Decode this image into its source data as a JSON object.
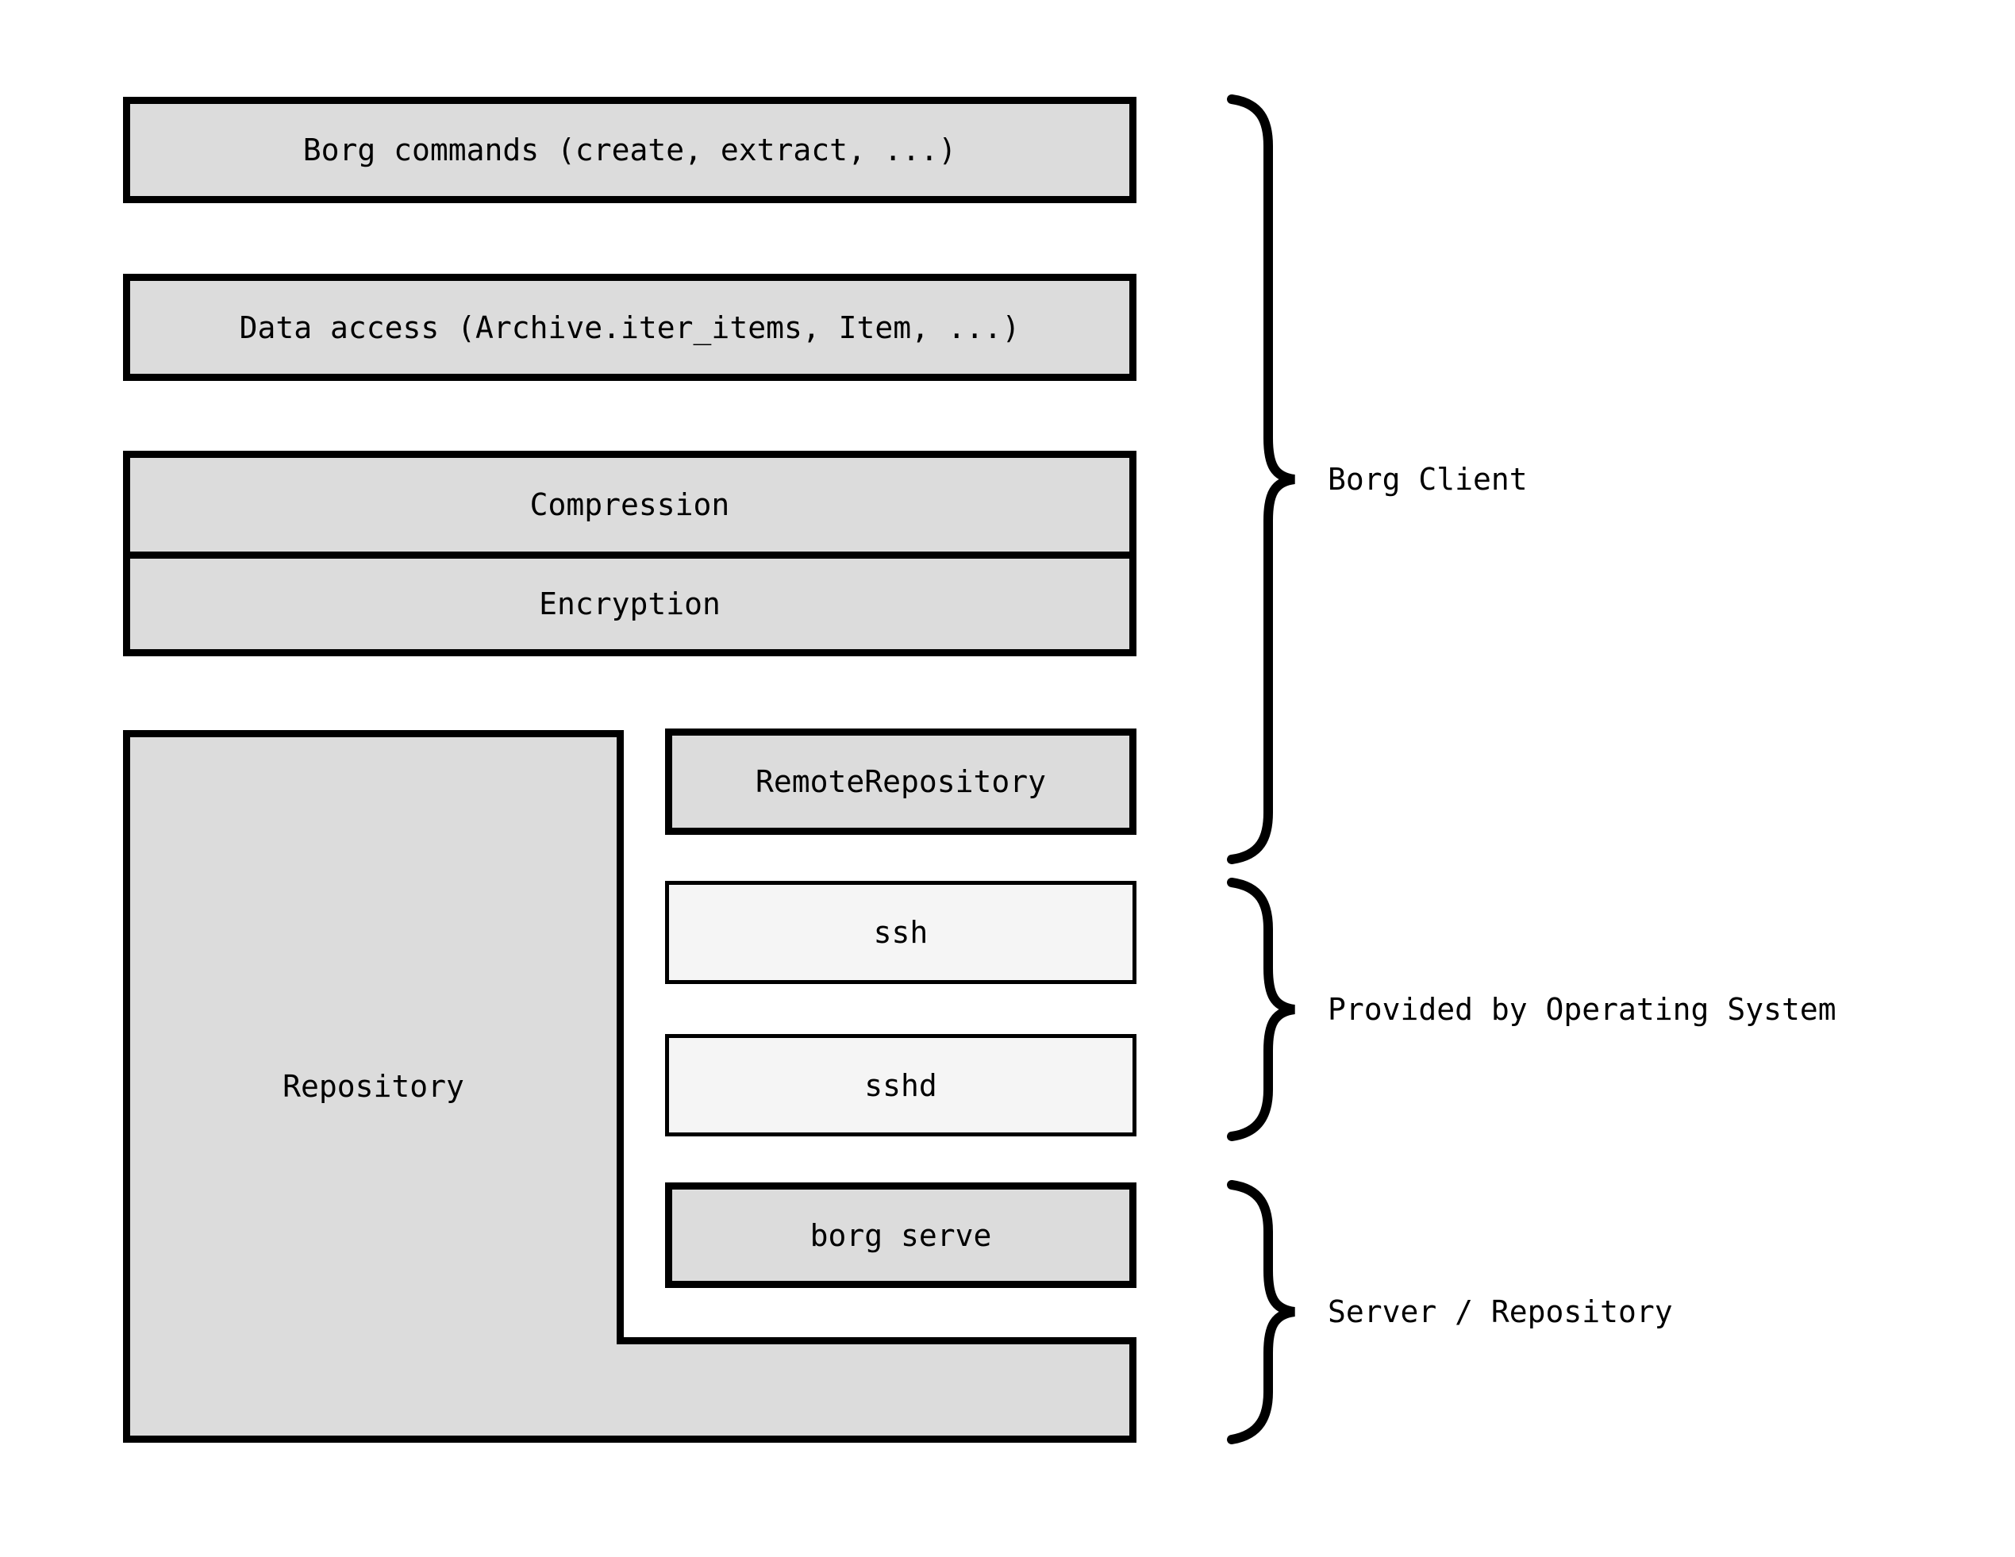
{
  "diagram": {
    "boxes": {
      "borg_commands": "Borg commands (create, extract, ...)",
      "data_access": "Data access (Archive.iter_items, Item, ...)",
      "compression": "Compression",
      "encryption": "Encryption",
      "remote_repository": "RemoteRepository",
      "ssh": "ssh",
      "sshd": "sshd",
      "borg_serve": "borg serve",
      "repository": "Repository"
    },
    "groups": {
      "borg_client": "Borg Client",
      "provided_by_os": "Provided by Operating System",
      "server_repository": "Server / Repository"
    },
    "colors": {
      "box_fill": "#dcdcdc",
      "os_box_fill": "#f5f5f5",
      "line": "#000000",
      "background": "#ffffff",
      "text": "#000000"
    }
  }
}
